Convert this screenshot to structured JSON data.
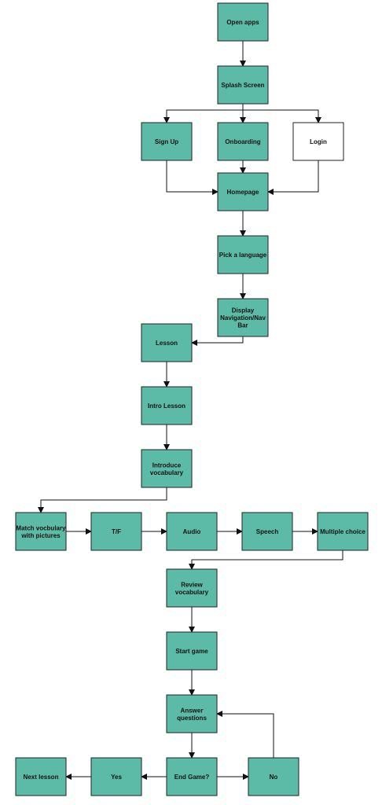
{
  "colors": {
    "node_fill": "#5cbba6",
    "node_fill_alt": "#ffffff",
    "line": "#111111"
  },
  "nodes": [
    {
      "id": "open-apps",
      "label": [
        "Open apps"
      ]
    },
    {
      "id": "splash-screen",
      "label": [
        "Splash Screen"
      ]
    },
    {
      "id": "sign-up",
      "label": [
        "Sign Up"
      ]
    },
    {
      "id": "onboarding",
      "label": [
        "Onboarding"
      ]
    },
    {
      "id": "login",
      "label": [
        "Login"
      ]
    },
    {
      "id": "homepage",
      "label": [
        "Homepage"
      ]
    },
    {
      "id": "pick-language",
      "label": [
        "Pick a language"
      ]
    },
    {
      "id": "display-nav",
      "label": [
        "Display",
        "Navigation/Nav",
        "Bar"
      ]
    },
    {
      "id": "lesson",
      "label": [
        "Lesson"
      ]
    },
    {
      "id": "intro-lesson",
      "label": [
        "Intro Lesson"
      ]
    },
    {
      "id": "introduce-vocabulary",
      "label": [
        "Introduce",
        "vocabulary"
      ]
    },
    {
      "id": "match-vocabulary",
      "label": [
        "Match vocbulary",
        "with pictures"
      ]
    },
    {
      "id": "true-false",
      "label": [
        "T/F"
      ]
    },
    {
      "id": "audio",
      "label": [
        "Audio"
      ]
    },
    {
      "id": "speech",
      "label": [
        "Speech"
      ]
    },
    {
      "id": "multiple-choice",
      "label": [
        "Multiple choice"
      ]
    },
    {
      "id": "review-vocabulary",
      "label": [
        "Review",
        "vocabulary"
      ]
    },
    {
      "id": "start-game",
      "label": [
        "Start game"
      ]
    },
    {
      "id": "answer-questions",
      "label": [
        "Answer",
        "questions"
      ]
    },
    {
      "id": "end-game",
      "label": [
        "End Game?"
      ]
    },
    {
      "id": "yes",
      "label": [
        "Yes"
      ]
    },
    {
      "id": "no",
      "label": [
        "No"
      ]
    },
    {
      "id": "next-lesson",
      "label": [
        "Next lesson"
      ]
    }
  ],
  "edges": [
    {
      "from": "open-apps",
      "to": "splash-screen"
    },
    {
      "from": "splash-screen",
      "to": "sign-up"
    },
    {
      "from": "splash-screen",
      "to": "onboarding"
    },
    {
      "from": "splash-screen",
      "to": "login"
    },
    {
      "from": "sign-up",
      "to": "homepage"
    },
    {
      "from": "onboarding",
      "to": "homepage"
    },
    {
      "from": "login",
      "to": "homepage"
    },
    {
      "from": "homepage",
      "to": "pick-language"
    },
    {
      "from": "pick-language",
      "to": "display-nav"
    },
    {
      "from": "display-nav",
      "to": "lesson"
    },
    {
      "from": "lesson",
      "to": "intro-lesson"
    },
    {
      "from": "intro-lesson",
      "to": "introduce-vocabulary"
    },
    {
      "from": "introduce-vocabulary",
      "to": "match-vocabulary"
    },
    {
      "from": "match-vocabulary",
      "to": "true-false"
    },
    {
      "from": "true-false",
      "to": "audio"
    },
    {
      "from": "audio",
      "to": "speech"
    },
    {
      "from": "speech",
      "to": "multiple-choice"
    },
    {
      "from": "multiple-choice",
      "to": "review-vocabulary"
    },
    {
      "from": "review-vocabulary",
      "to": "start-game"
    },
    {
      "from": "start-game",
      "to": "answer-questions"
    },
    {
      "from": "answer-questions",
      "to": "end-game"
    },
    {
      "from": "end-game",
      "to": "yes"
    },
    {
      "from": "end-game",
      "to": "no"
    },
    {
      "from": "no",
      "to": "answer-questions"
    },
    {
      "from": "yes",
      "to": "next-lesson"
    }
  ]
}
